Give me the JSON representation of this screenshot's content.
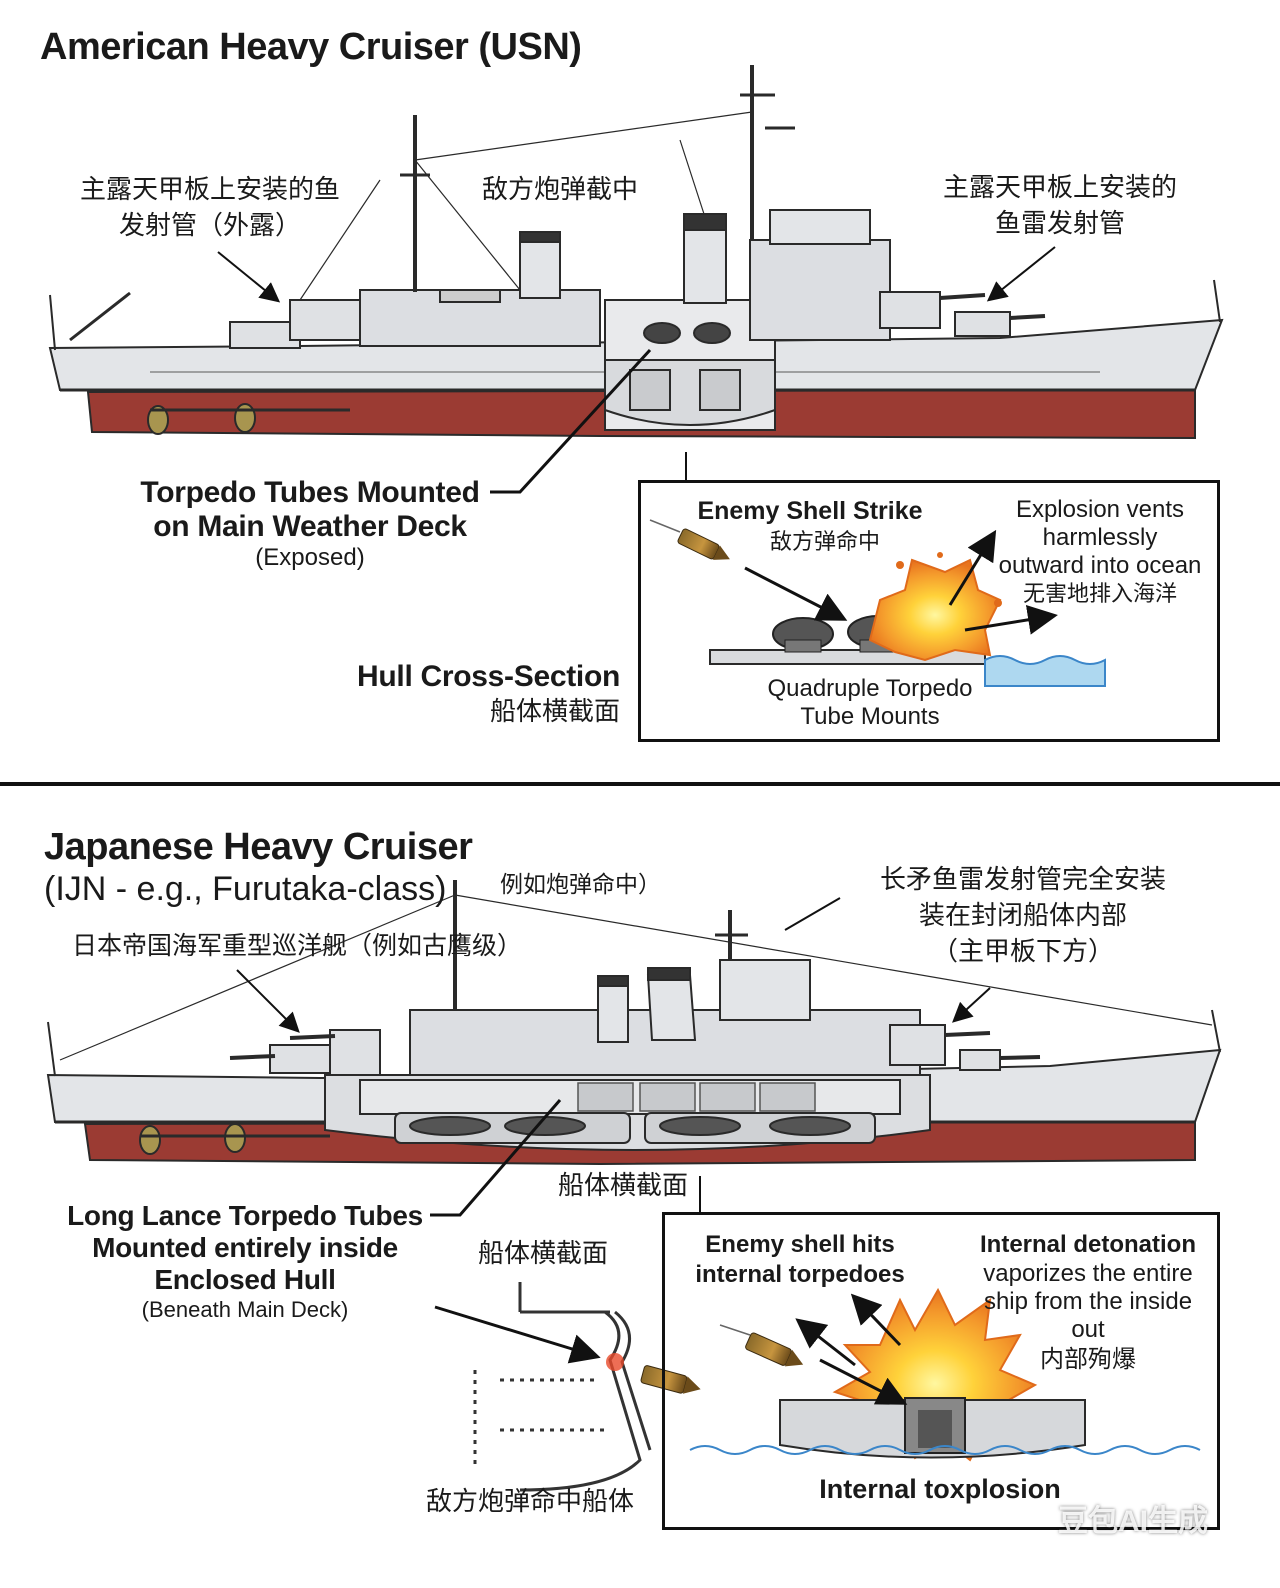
{
  "usn": {
    "title": "American Heavy Cruiser (USN)",
    "label_left_zh": [
      "主露天甲板上安装的鱼",
      "发射管（外露）"
    ],
    "label_center_zh": "敌方炮弹截中",
    "label_right_zh": [
      "主露天甲板上安装的",
      "鱼雷发射管"
    ],
    "callout": {
      "line1": "Torpedo Tubes Mounted",
      "line2": "on Main Weather Deck",
      "note": "(Exposed)"
    },
    "cross_section": {
      "title": "Hull Cross-Section",
      "zh": "船体横截面"
    },
    "inset": {
      "strike_title": "Enemy Shell Strike",
      "strike_zh": "敌方弹命中",
      "vent_lines": [
        "Explosion vents",
        "harmlessly",
        "outward into ocean"
      ],
      "vent_zh": "无害地排入海洋",
      "mounts_lines": [
        "Quadruple Torpedo",
        "Tube Mounts"
      ]
    }
  },
  "ijn": {
    "title": "Japanese Heavy Cruiser",
    "subtitle": "(IJN - e.g., Furutaka-class)",
    "label_left_zh": "日本帝国海军重型巡洋舰（例如古鹰级）",
    "label_center_zh": "例如炮弹命中）",
    "label_right_zh": [
      "长矛鱼雷发射管完全安装",
      "装在封闭船体内部",
      "（主甲板下方）"
    ],
    "callout": {
      "line1": "Long Lance Torpedo Tubes",
      "line2": "Mounted entirely inside",
      "line3": "Enclosed Hull",
      "note": "(Beneath Main Deck)"
    },
    "cross_section_zh_top": "船体横截面",
    "cross_section_zh_mid": "船体横截面",
    "hull_hit_zh": "敌方炮弹命中船体",
    "inset": {
      "hit_lines": [
        "Enemy shell hits",
        "internal torpedoes"
      ],
      "detonation_title": "Internal detonation",
      "detonation_lines": [
        "vaporizes the entire",
        "ship from the inside",
        "out"
      ],
      "detonation_zh": "内部殉爆",
      "footer": "Internal toxplosion"
    }
  },
  "watermark": "豆包AI生成",
  "colors": {
    "hull_grey": "#e3e5e8",
    "hull_red": "#9b3b33",
    "outline": "#2a2a2a",
    "fire_orange": "#f39a2e",
    "fire_yellow": "#ffe24a",
    "water": "#aed8f0"
  }
}
